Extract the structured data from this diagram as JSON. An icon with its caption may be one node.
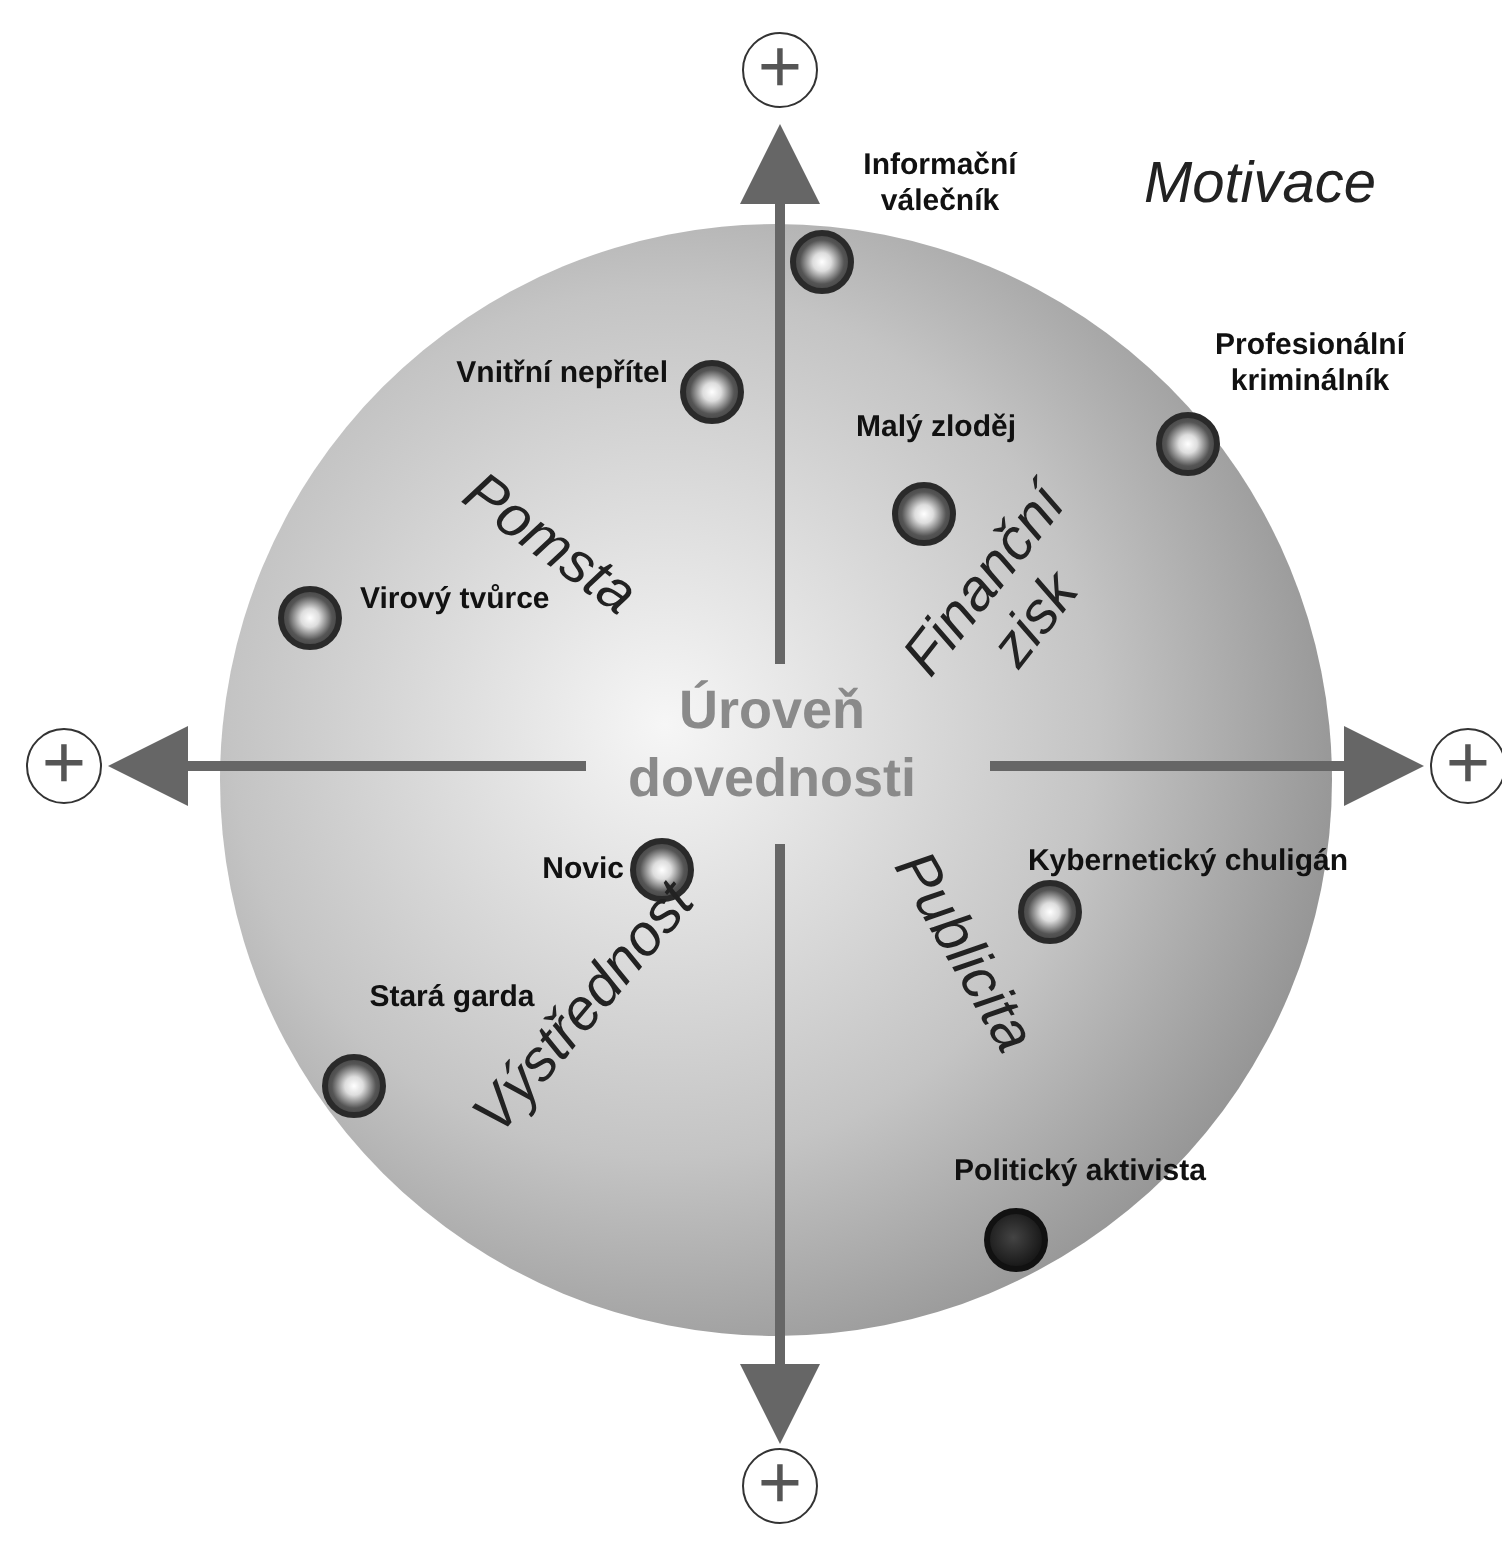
{
  "diagram": {
    "nodes": [
      {
        "text": [
          "Informační válečník"
        ]
      },
      {
        "text": [
          "Vnitřní nepřítel"
        ]
      },
      {
        "text": [
          "Malý zloděj"
        ]
      },
      {
        "text": [
          "Profesionální kriminálník"
        ]
      },
      {
        "text": [
          "Virový tvůrce"
        ]
      },
      {
        "text": [
          "Novic"
        ]
      },
      {
        "text": [
          "Kybernetický chuligán"
        ]
      },
      {
        "text": [
          "Stará garda"
        ]
      },
      {
        "text": [
          "Politický aktivista"
        ]
      }
    ],
    "labels": [
      "+",
      "Motivace",
      "Pomsta",
      "Finanční zisk",
      "+",
      "Úroveň dovednosti",
      "+",
      "Výstřednost",
      "Publicita",
      "+"
    ]
  }
}
